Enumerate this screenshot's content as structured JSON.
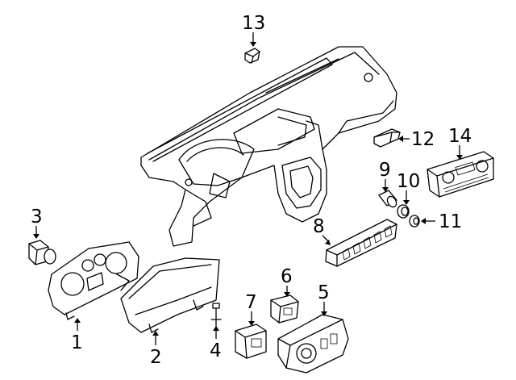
{
  "diagram": {
    "callouts": [
      {
        "id": "c1",
        "num": "1"
      },
      {
        "id": "c2",
        "num": "2"
      },
      {
        "id": "c3",
        "num": "3"
      },
      {
        "id": "c4",
        "num": "4"
      },
      {
        "id": "c5",
        "num": "5"
      },
      {
        "id": "c6",
        "num": "6"
      },
      {
        "id": "c7",
        "num": "7"
      },
      {
        "id": "c8",
        "num": "8"
      },
      {
        "id": "c9",
        "num": "9"
      },
      {
        "id": "c10",
        "num": "10"
      },
      {
        "id": "c11",
        "num": "11"
      },
      {
        "id": "c12",
        "num": "12"
      },
      {
        "id": "c13",
        "num": "13"
      },
      {
        "id": "c14",
        "num": "14"
      }
    ]
  }
}
